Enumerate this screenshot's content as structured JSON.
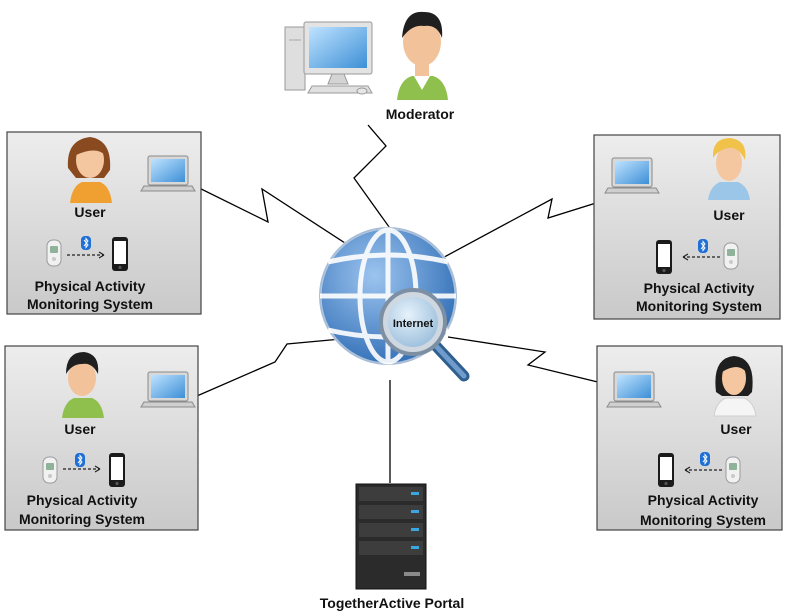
{
  "moderator": {
    "label": "Moderator"
  },
  "internet": {
    "label": "Internet"
  },
  "portal": {
    "label": "TogetherActive Portal"
  },
  "user_panels": [
    {
      "user_label": "User",
      "system_label_line1": "Physical Activity",
      "system_label_line2": "Monitoring System"
    },
    {
      "user_label": "User",
      "system_label_line1": "Physical Activity",
      "system_label_line2": "Monitoring System"
    },
    {
      "user_label": "User",
      "system_label_line1": "Physical Activity",
      "system_label_line2": "Monitoring System"
    },
    {
      "user_label": "User",
      "system_label_line1": "Physical Activity",
      "system_label_line2": "Monitoring System"
    }
  ],
  "icons": [
    "desktop-computer-icon",
    "person-icon",
    "laptop-icon",
    "activity-tracker-icon",
    "bluetooth-icon",
    "smartphone-icon",
    "globe-icon",
    "magnifier-icon",
    "server-icon"
  ],
  "colors": {
    "panel_fill": "#e3e3e3",
    "globe_blue": "#4f86c6",
    "line": "#000000"
  }
}
